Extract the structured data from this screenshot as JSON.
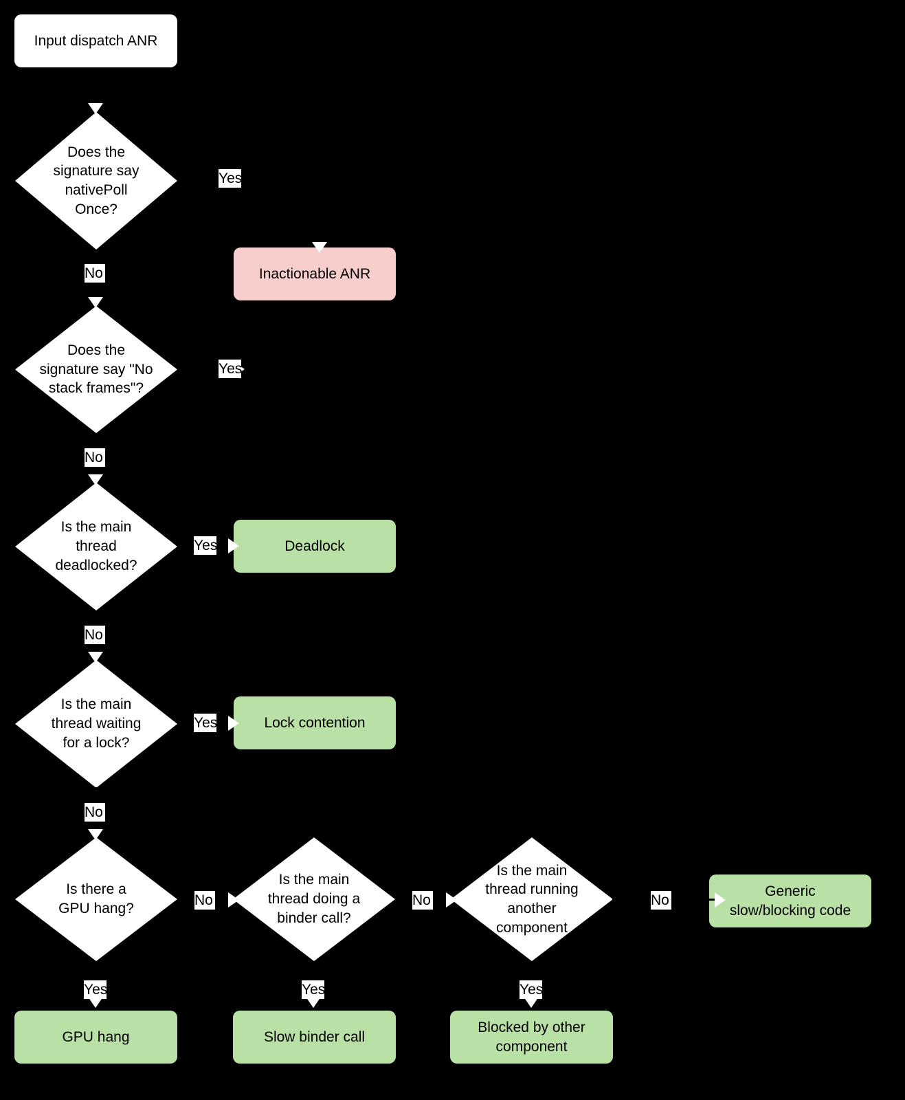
{
  "diagram": {
    "title": "Input dispatch ANR triage flowchart",
    "background_color": "#000000",
    "colors": {
      "start_fill": "#ffffff",
      "decision_fill": "#ffffff",
      "bad_outcome_fill": "#f8cecc",
      "good_outcome_fill": "#b9e0a5",
      "text": "#000000",
      "arrowhead": "#ffffff"
    },
    "nodes": {
      "start": "Input dispatch ANR",
      "q_nativepollonce": "Does the\nsignature say\nnativePoll\nOnce?",
      "q_nostackframes": "Does the\nsignature say \"No\nstack frames\"?",
      "q_deadlocked": "Is the main\nthread\ndeadlocked?",
      "q_waiting_lock": "Is the main\nthread waiting\nfor a lock?",
      "q_gpu_hang": "Is there a\nGPU hang?",
      "q_binder_call": "Is the main\nthread doing a\nbinder call?",
      "q_other_component": "Is the main\nthread running\nanother\ncomponent",
      "out_inactionable": "Inactionable ANR",
      "out_deadlock": "Deadlock",
      "out_lock_contention": "Lock contention",
      "out_gpu_hang": "GPU hang",
      "out_slow_binder": "Slow binder call",
      "out_blocked_other": "Blocked by other\ncomponent",
      "out_generic_slow": "Generic\nslow/blocking code"
    },
    "edge_labels": {
      "yes_nativepoll": "Yes",
      "no_nativepoll": "No",
      "yes_nostackframes": "Yes",
      "no_nostackframes": "No",
      "yes_deadlocked": "Yes",
      "no_deadlocked": "No",
      "yes_waiting_lock": "Yes",
      "no_waiting_lock": "No",
      "no_gpu_hang": "No",
      "yes_gpu_hang": "Yes",
      "no_binder_call": "No",
      "yes_binder_call": "Yes",
      "no_other_component": "No",
      "yes_other_component": "Yes"
    }
  }
}
